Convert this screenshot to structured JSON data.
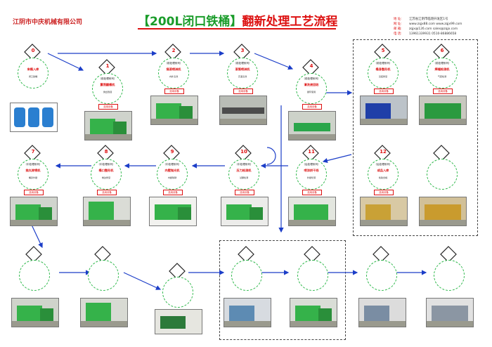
{
  "company": "江阴市中庆机械有限公司",
  "title": {
    "part1": "【200L闭口铁桶】",
    "part2": "翻新处理工艺流程"
  },
  "contact": [
    {
      "label": "地 址:",
      "value": "江苏省江阴市临港开发区1号"
    },
    {
      "label": "网 址:",
      "value": "www.zqjx88.com   www.zqjx99.com"
    },
    {
      "label": "邮 箱:",
      "value": "zqjx@126.com   sales@zqjx.com"
    },
    {
      "label": "电 话:",
      "value": "13961339931   0510-86886658"
    }
  ],
  "nodes": [
    {
      "id": "n0",
      "num": "0",
      "sys": "",
      "name": "来桶入库",
      "desc": "闭口铁桶",
      "tag": "",
      "photo": "drums"
    },
    {
      "id": "n1",
      "num": "1",
      "sys": "（前处理系列）",
      "name": "震荡翻桶机",
      "desc": "倒出残液",
      "tag": "选用设备",
      "photo": "machine"
    },
    {
      "id": "n2",
      "num": "2",
      "sys": "（前处理系列）",
      "name": "摇滚喷淋机",
      "desc": "内外清洗",
      "tag": "选用设备",
      "photo": "machine"
    },
    {
      "id": "n3",
      "num": "3",
      "sys": "（前处理系列）",
      "name": "滚筒喷淋机",
      "desc": "高温清洗",
      "tag": "选用设备",
      "photo": "line"
    },
    {
      "id": "n4",
      "num": "4",
      "sys": "（前处理系列）",
      "name": "清洗液回收",
      "desc": "循环使用",
      "tag": "选用设备",
      "photo": "line"
    },
    {
      "id": "n5",
      "num": "5",
      "sys": "（前处理系列）",
      "name": "桶身整形机",
      "desc": "凹痕修复",
      "tag": "选用设备",
      "photo": "machine"
    },
    {
      "id": "n6",
      "num": "6",
      "sys": "（前处理系列）",
      "name": "焊缝检测机",
      "desc": "气密检测",
      "tag": "选用设备",
      "photo": "machine"
    },
    {
      "id": "n7",
      "num": "7",
      "sys": "（中处理系列）",
      "name": "抛丸除锈机",
      "desc": "桶身外壁",
      "tag": "选用设备",
      "photo": "machine"
    },
    {
      "id": "n8",
      "num": "8",
      "sys": "（中处理系列）",
      "name": "桶口整形机",
      "desc": "卷边修复",
      "tag": "选用设备",
      "photo": "machine"
    },
    {
      "id": "n9",
      "num": "9",
      "sys": "（中处理系列）",
      "name": "内壁抛光机",
      "desc": "内壁除锈",
      "tag": "选用设备",
      "photo": "machine"
    },
    {
      "id": "n10",
      "num": "10",
      "sys": "（中处理系列）",
      "name": "压力检测机",
      "desc": "试漏检测",
      "tag": "选用设备",
      "photo": "machine"
    },
    {
      "id": "n11",
      "num": "11",
      "sys": "（后处理系列）",
      "name": "喷涂烘干线",
      "desc": "外壁喷漆",
      "tag": "选用设备",
      "photo": "line"
    },
    {
      "id": "n12",
      "num": "12",
      "sys": "（后处理系列）",
      "name": "成品入库",
      "desc": "检验合格",
      "tag": "选用设备",
      "photo": "hall"
    }
  ]
}
